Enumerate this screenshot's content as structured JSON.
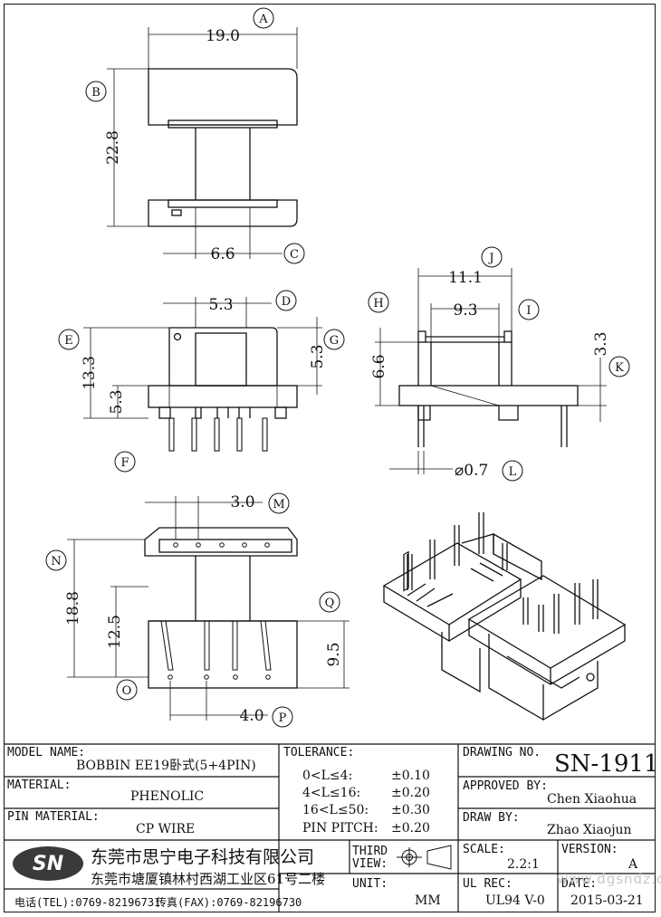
{
  "dims": {
    "a": "19.0",
    "b": "22.8",
    "c": "6.6",
    "d": "5.3",
    "e": "13.3",
    "f": "5.3",
    "g": "5.3",
    "j": "11.1",
    "i": "9.3",
    "h": "6.6",
    "k": "3.3",
    "l": "⌀0.7",
    "m": "3.0",
    "n": "18.8",
    "o": "12.5",
    "q": "9.5",
    "p": "4.0"
  },
  "callouts": [
    "A",
    "B",
    "C",
    "D",
    "E",
    "F",
    "G",
    "H",
    "I",
    "J",
    "K",
    "L",
    "M",
    "N",
    "O",
    "P",
    "Q"
  ],
  "title_block": {
    "model_name_label": "MODEL NAME:",
    "model_name": "BOBBIN EE19卧式(5+4PIN)",
    "material_label": "MATERIAL:",
    "material": "PHENOLIC",
    "pin_material_label": "PIN MATERIAL:",
    "pin_material": "CP WIRE",
    "tolerance_label": "TOLERANCE:",
    "tolerances": [
      {
        "range": "0<L≤4:",
        "value": "±0.10"
      },
      {
        "range": "4<L≤16:",
        "value": "±0.20"
      },
      {
        "range": "16<L≤50:",
        "value": "±0.30"
      },
      {
        "range": "PIN PITCH:",
        "value": "±0.20"
      }
    ],
    "drawing_no_label": "DRAWING NO.",
    "drawing_no": "SN-1911",
    "approved_by_label": "APPROVED BY:",
    "approved_by": "Chen Xiaohua",
    "draw_by_label": "DRAW BY:",
    "draw_by": "Zhao Xiaojun",
    "third_view_label_1": "THIRD",
    "third_view_label_2": "VIEW:",
    "unit_label": "UNIT:",
    "unit": "MM",
    "scale_label": "SCALE:",
    "scale": "2.2:1",
    "version_label": "VERSION:",
    "version": "A",
    "ul_rec_label": "UL REC:",
    "ul_rec": "UL94 V-0",
    "date_label": "DATE:",
    "date": "2015-03-21"
  },
  "company": {
    "logo": "SN",
    "name": "东莞市思宁电子科技有限公司",
    "address": "东莞市塘厦镇林村西湖工业区61号二楼",
    "tel": "电话(TEL):0769-82196731",
    "fax": "传真(FAX):0769-82196730"
  },
  "watermark": "www.dgsndz.com"
}
